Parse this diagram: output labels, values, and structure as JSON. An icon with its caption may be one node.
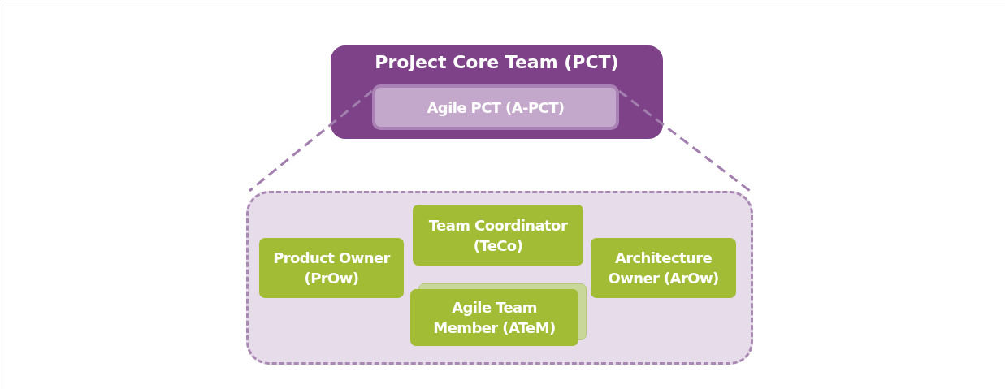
{
  "diagram": {
    "nodes": [
      {
        "text": [
          "Project Core Team (PCT)"
        ]
      },
      {
        "text": [
          "Agile PCT (A-PCT)"
        ],
        "in": 0
      },
      {
        "text": [],
        "shape": "box"
      },
      {
        "text": [
          "Product Owner (PrOw)"
        ],
        "in": 2
      },
      {
        "text": [
          "Team Coordinator (TeCo)"
        ],
        "in": 2
      },
      {
        "text": [
          "Architecture Owner (ArOw)"
        ],
        "in": 2
      },
      {
        "text": [
          "Agile Team Member (ATeM)"
        ],
        "in": 2
      }
    ],
    "edges": [
      {
        "from": 1,
        "to": 2,
        "arrow": "none",
        "style": "dashed"
      },
      {
        "from": 1,
        "to": 2,
        "arrow": "none",
        "style": "dashed"
      }
    ]
  }
}
